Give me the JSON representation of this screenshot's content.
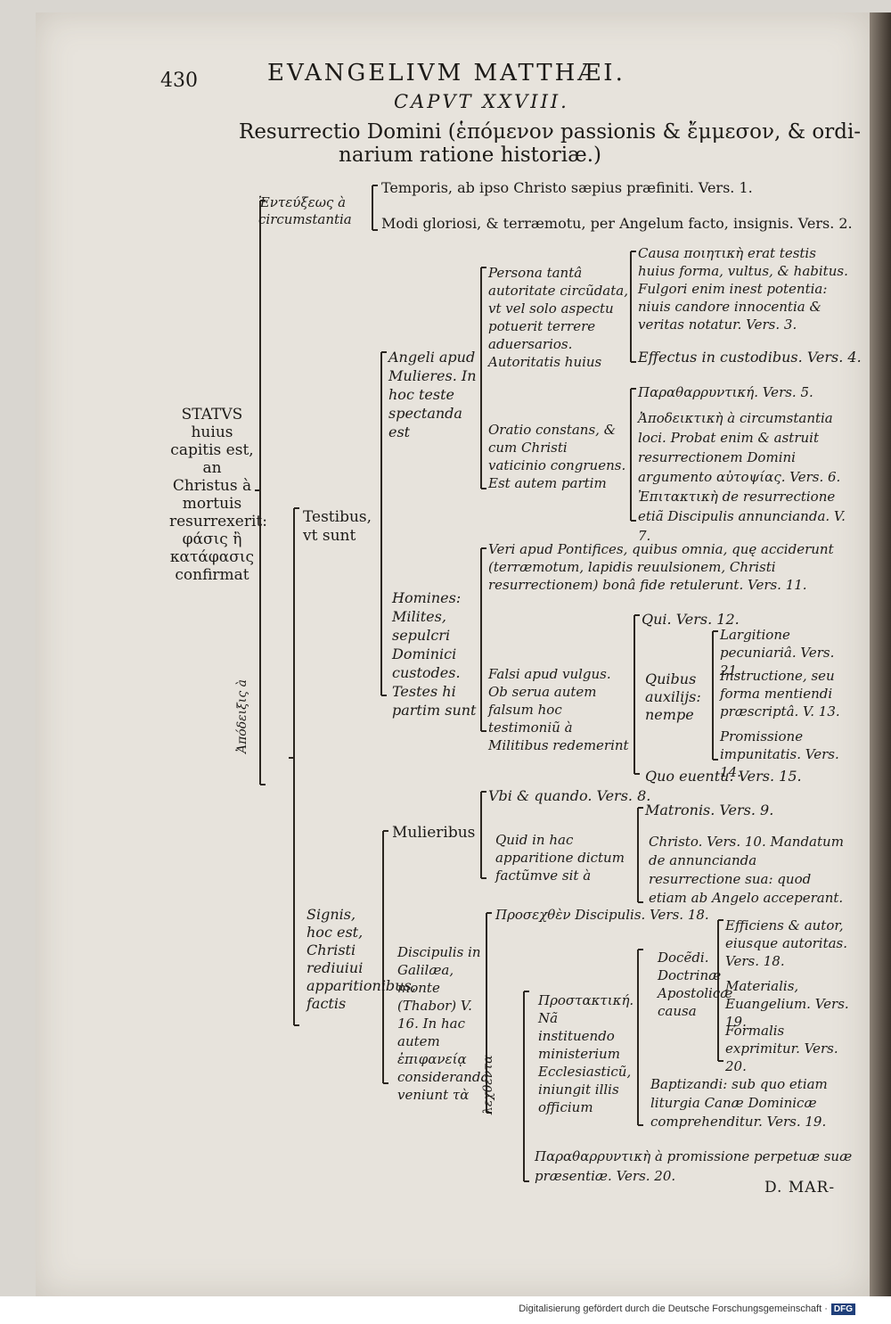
{
  "header": {
    "page_number": "430",
    "running_title": "EVANGELIVM MATTHÆI.",
    "chapter": "CAPVT XXVIII.",
    "title_line1": "Resurrectio Domini (ἑπόμενον passionis & ἔμμεσον, & ordi-",
    "title_line2": "narium ratione historiæ.)"
  },
  "left_column": {
    "status": "STATVS huius capitis est, an Christus à mortuis resurrexerit: φάσις ἢ κατάφασις confirmat",
    "vertical_label_apodeixis": "Ἀπόδειξις à",
    "enteuxis": "Ἐντεύξεως à circumstantia"
  },
  "circumstantia": {
    "temporis": "Temporis, ab ipso Christo sæpius præfiniti. Vers. 1.",
    "modi": "Modi gloriosi, & terræmotu, per Angelum facto, insignis. Vers. 2."
  },
  "testibus": {
    "label": "Testibus, vt sunt",
    "angeli": "Angeli apud Mulieres. In hoc teste spectanda est",
    "persona": "Persona tantâ autoritate circũdata, vt vel solo aspectu potuerit terrere aduersarios. Autoritatis huius",
    "causa": "Causa ποιητικὴ erat testis huius forma, vultus, & habitus. Fulgori enim inest potentia: niuis candore innocentia & veritas notatur. Vers. 3.",
    "effectus": "Effectus in custodibus. Vers. 4.",
    "oratio": "Oratio constans, & cum Christi vaticinio congruens. Est autem partim",
    "paraklet1": "Παραθαρρυντική. Vers. 5.",
    "apodeiktike": "Ἀποδεικτικὴ à circumstantia loci. Probat enim & astruit resurrectionem Domini argumento αὐτοψίας. Vers. 6.",
    "epitaktike": "Ἐπιτακτικὴ de resurrectione etiã Discipulis annuncianda. V. 7.",
    "homines": "Homines: Milites, sepulcri Dominici custodes. Testes hi partim sunt",
    "veri": "Veri apud Pontifices, quibus omnia, quę acciderunt (terræmotum, lapidis reuulsionem, Christi resurrectionem) bonâ fide retulerunt. Vers. 11.",
    "falsi": "Falsi apud vulgus. Ob serua autem falsum hoc testimoniũ à Militibus redemerint",
    "qui": "Qui. Vers. 12.",
    "quibus": "Quibus auxilijs: nempe",
    "largitione": "Largitione pecuniariâ. Vers. 21.",
    "instructione": "Instructione, seu forma mentiendi præscriptâ. V. 13.",
    "promissione": "Promissione impunitatis. Vers. 14.",
    "quo_euentu": "Quo euentu. Vers. 15."
  },
  "signis": {
    "label": "Signis, hoc est, Christi rediuiui apparitionibus, factis",
    "mulieribus": "Mulieribus",
    "vbi": "Vbi & quando. Vers. 8.",
    "quid": "Quid in hac apparitione dictum factũmve sit à",
    "matronis": "Matronis. Vers. 9.",
    "christo": "Christo. Vers. 10. Mandatum de annuncianda resurrectione sua: quod etiam ab Angelo acceperant.",
    "discipulis": "Discipulis in Galilæa, monte (Thabor) V. 16. In hac autem ἐπιφανείᾳ consideranda veniunt τὰ",
    "vertical_label_legomena": "λεχθέντα",
    "prosechthen": "Προσεχθὲν Discipulis. Vers. 18.",
    "prostaktike": "Προστακτική. Nã instituendo ministerium Ecclesiasticũ, iniungit illis officium",
    "docendi": "Docẽdi. Doctrinæ Apostolicæ causa",
    "efficiens": "Efficiens & autor, eiusque autoritas. Vers. 18.",
    "materialis": "Materialis, Euangelium. Vers. 19.",
    "formalis": "Formalis exprimitur. Vers. 20.",
    "baptizandi": "Baptizandi: sub quo etiam liturgia Canæ Dominicæ comprehenditur. Vers. 19.",
    "paraklet2": "Παραθαρρυντικὴ à promissione perpetuæ suæ præsentiæ. Vers. 20."
  },
  "catchword": "D. MAR-",
  "footer": {
    "text": "Digitalisierung gefördert durch die Deutsche Forschungsgemeinschaft ·",
    "logo": "DFG"
  }
}
